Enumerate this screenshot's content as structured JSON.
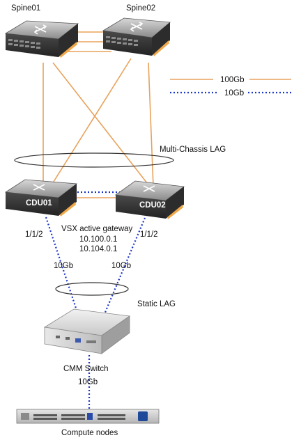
{
  "devices": {
    "spine01": "Spine01",
    "spine02": "Spine02",
    "cdu01": "CDU01",
    "cdu02": "CDU02",
    "cmm_switch": "CMM Switch",
    "compute_nodes": "Compute nodes"
  },
  "legend": {
    "speed_100": "100Gb",
    "speed_10": "10Gb"
  },
  "labels": {
    "multi_chassis_lag": "Multi-Chassis LAG",
    "static_lag": "Static LAG",
    "port_left": "1/1/2",
    "port_right": "1/1/2",
    "vsx_title": "VSX active gateway",
    "vsx_ip1": "10.100.0.1",
    "vsx_ip2": "10.104.0.1",
    "left_uplink_speed": "10Gb",
    "right_uplink_speed": "10Gb",
    "cmm_downlink_speed": "10Gb"
  },
  "colors": {
    "link_100gb": "#e8a25c",
    "link_10gb": "#1a35c9",
    "switch_body": "#3a3a3a",
    "switch_accent": "#f0a84a"
  }
}
